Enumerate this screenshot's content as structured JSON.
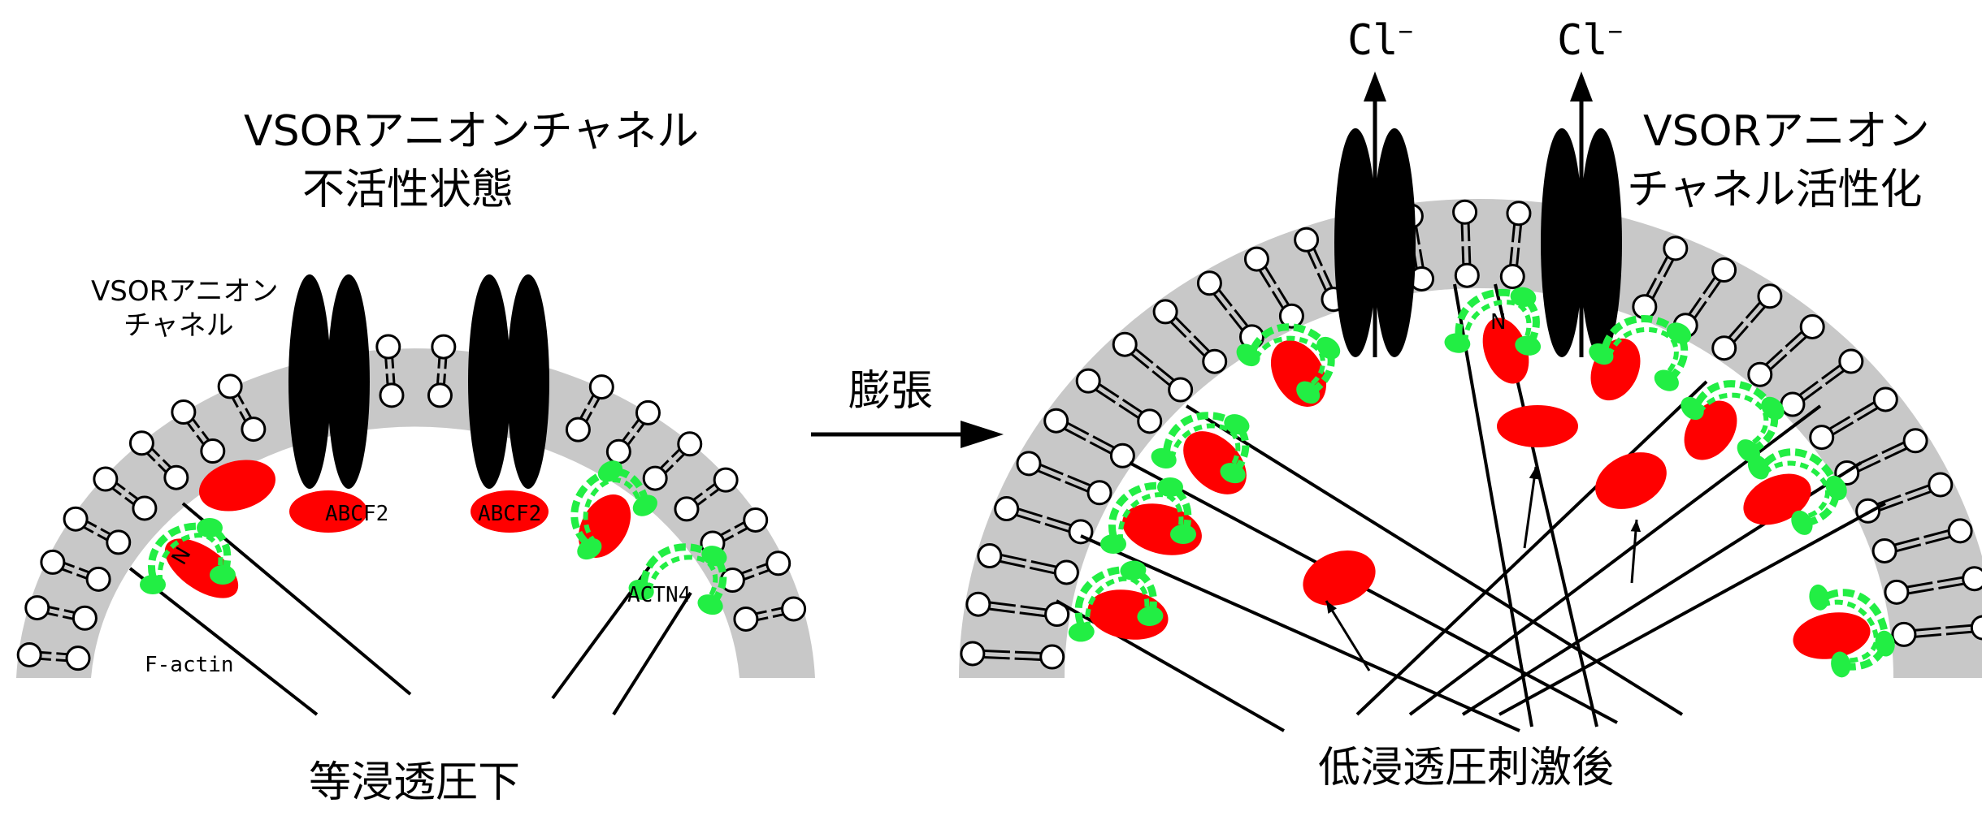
{
  "left": {
    "title_line1": "VSORアニオンチャネル",
    "title_line2": "不活性状態",
    "channel_label_line1": "VSORアニオン",
    "channel_label_line2": "チャネル",
    "abcf2_label": "ABCF2",
    "actn4_label": "ACTN4",
    "factin_label": "F-actin",
    "n_label": "N",
    "caption": "等浸透圧下"
  },
  "center": {
    "arrow_label": "膨張"
  },
  "right": {
    "title_line1": "VSORアニオン",
    "title_line2": "チャネル活性化",
    "ion_label": "Cl",
    "ion_charge": "−",
    "n_label": "N",
    "caption": "低浸透圧刺激後"
  },
  "colors": {
    "membrane": "#c8c8c8",
    "channel": "#000000",
    "abcf2": "#ff0000",
    "actn4": "#22ee44",
    "lipid_head": "#ffffff"
  }
}
